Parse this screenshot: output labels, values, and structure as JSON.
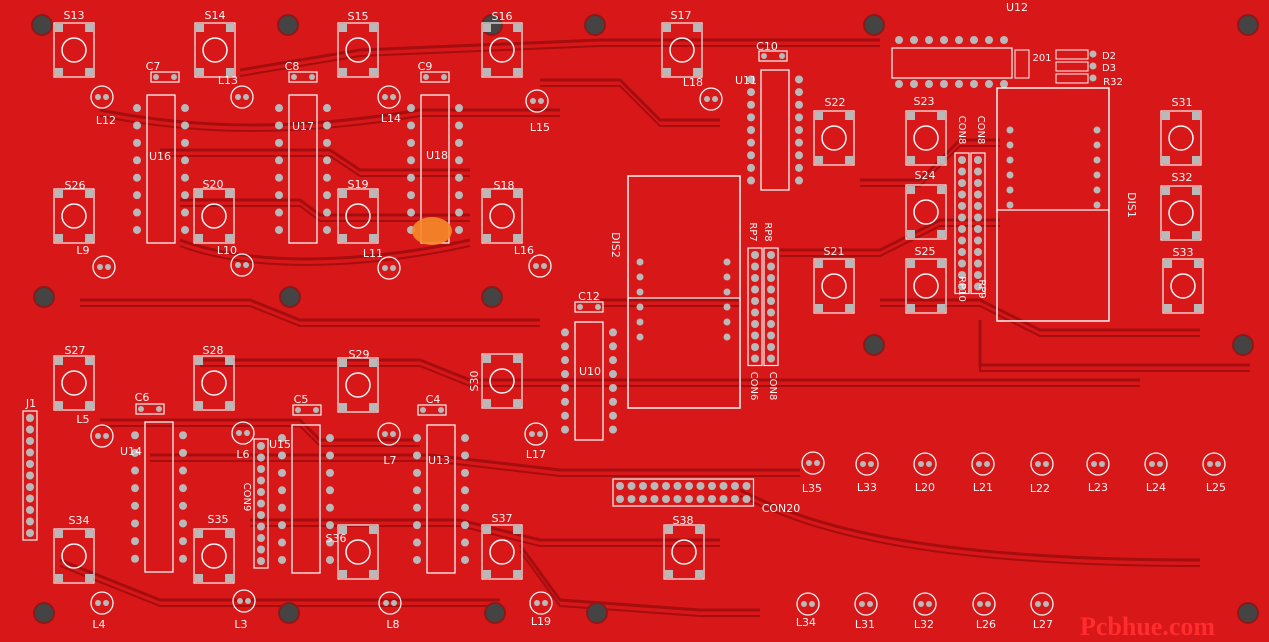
{
  "board": {
    "colors": {
      "copper": "#d81719",
      "trace": "#a50d0f",
      "silk": "#f4f4f4",
      "pad": "#b9b9b9",
      "hole": "#444444"
    },
    "watermark": "Pcbhue.com"
  },
  "components": {
    "switches": [
      "S13",
      "S14",
      "S15",
      "S16",
      "S17",
      "S26",
      "S20",
      "S19",
      "S18",
      "S22",
      "S23",
      "S24",
      "S21",
      "S25",
      "S31",
      "S32",
      "S33",
      "S27",
      "S28",
      "S29",
      "S30",
      "S34",
      "S35",
      "S36",
      "S37",
      "S38"
    ],
    "leds": [
      "L12",
      "L13",
      "L14",
      "L15",
      "L18",
      "L9",
      "L10",
      "L11",
      "L16",
      "L5",
      "L6",
      "L7",
      "L17",
      "L4",
      "L3",
      "L8",
      "L19",
      "L35",
      "L33",
      "L20",
      "L21",
      "L22",
      "L23",
      "L24",
      "L25",
      "L34",
      "L31",
      "L32",
      "L26",
      "L27"
    ],
    "ics": [
      "U16",
      "U17",
      "U18",
      "U11",
      "U12",
      "U14",
      "U15",
      "U13",
      "U10"
    ],
    "caps": [
      "C7",
      "C8",
      "C9",
      "C10",
      "C12",
      "C6",
      "C5",
      "C4"
    ],
    "connectors": [
      "J1",
      "CON20",
      "CON6",
      "CON8",
      "CON8",
      "CON8",
      "CON8",
      "CON9"
    ],
    "resistor_packs": [
      "RP8",
      "RP7",
      "RP10",
      "RP9"
    ],
    "misc": [
      "D2",
      "D3",
      "R32",
      "201",
      "DIS1",
      "DIS2"
    ]
  }
}
